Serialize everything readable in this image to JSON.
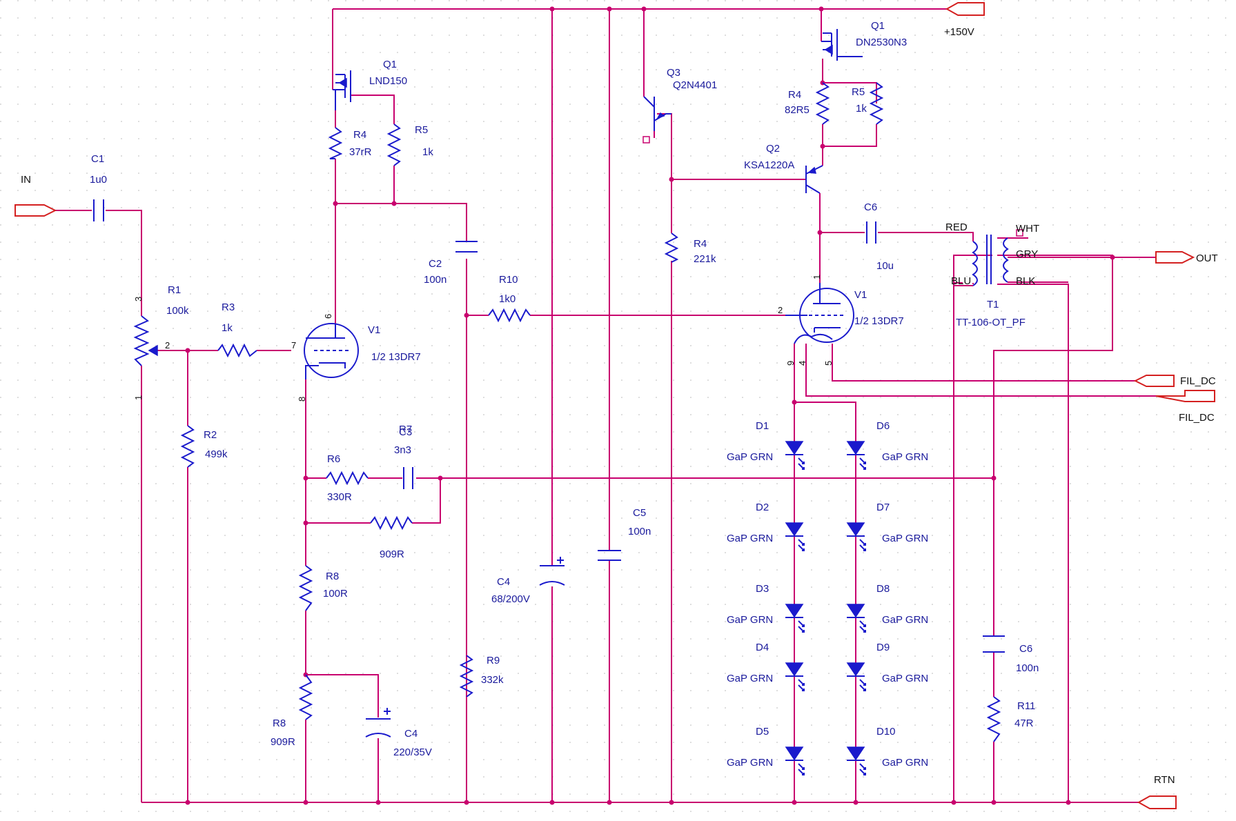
{
  "nets": {
    "in": "IN",
    "out": "OUT",
    "fil_dc_1": "FIL_DC",
    "fil_dc_2": "FIL_DC",
    "rtn": "RTN",
    "supply": "+150V"
  },
  "left": {
    "c1": {
      "ref": "C1",
      "value": "1u0"
    },
    "r1": {
      "ref": "R1",
      "value": "100k",
      "pin_top": "3",
      "pin_wiper": "2",
      "pin_bottom": "1"
    },
    "r2": {
      "ref": "R2",
      "value": "499k"
    },
    "r3": {
      "ref": "R3",
      "value": "1k"
    },
    "q1": {
      "ref": "Q1",
      "value": "LND150"
    },
    "r4": {
      "ref": "R4",
      "value": "37rR"
    },
    "r5": {
      "ref": "R5",
      "value": "1k"
    },
    "v1": {
      "ref": "V1",
      "value": "1/2 13DR7",
      "pin_plate": "6",
      "pin_grid": "7",
      "pin_cathode": "8"
    },
    "c2": {
      "ref": "C2",
      "value": "100n"
    },
    "r10": {
      "ref": "R10",
      "value": "1k0"
    },
    "r6": {
      "ref": "R6",
      "value": "330R"
    },
    "r7": {
      "ref": "R7"
    },
    "c3": {
      "ref": "C3",
      "value": "3n3"
    },
    "r909": {
      "value": "909R"
    },
    "r8a": {
      "ref": "R8",
      "value": "100R"
    },
    "r8b": {
      "ref": "R8",
      "value": "909R"
    },
    "c4a": {
      "ref": "C4",
      "value": "220/35V"
    },
    "r9": {
      "ref": "R9",
      "value": "332k"
    },
    "c4b": {
      "ref": "C4",
      "value": "68/200V"
    },
    "c5": {
      "ref": "C5",
      "value": "100n"
    }
  },
  "right": {
    "q3": {
      "ref": "Q3",
      "value": "Q2N4401"
    },
    "r4": {
      "ref": "R4",
      "value": "221k"
    },
    "q1": {
      "ref": "Q1",
      "value": "DN2530N3"
    },
    "r4b": {
      "ref": "R4",
      "value": "82R5"
    },
    "r5": {
      "ref": "R5",
      "value": "1k"
    },
    "q2": {
      "ref": "Q2",
      "value": "KSA1220A"
    },
    "c6": {
      "ref": "C6",
      "value": "10u"
    },
    "v1": {
      "ref": "V1",
      "value": "1/2 13DR7",
      "pin_plate": "1",
      "pin_grid": "2",
      "pin_a": "9",
      "pin_b": "4",
      "pin_c": "5"
    },
    "t1": {
      "ref": "T1",
      "value": "TT-106-OT_PF",
      "red": "RED",
      "blu": "BLU",
      "wht": "WHT",
      "gry": "GRY",
      "blk": "BLK"
    },
    "c6b": {
      "ref": "C6",
      "value": "100n"
    },
    "r11": {
      "ref": "R11",
      "value": "47R"
    }
  },
  "diodes": {
    "value": "GaP GRN",
    "left": [
      "D1",
      "D2",
      "D3",
      "D4",
      "D5"
    ],
    "right": [
      "D6",
      "D7",
      "D8",
      "D9",
      "D10"
    ]
  }
}
